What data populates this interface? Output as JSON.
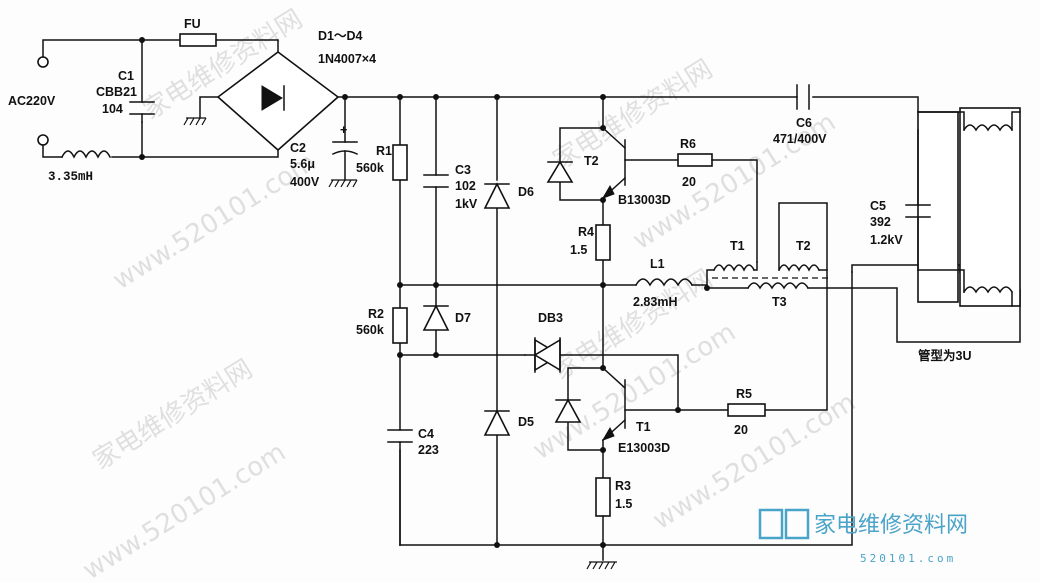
{
  "labels": {
    "ac": "AC220V",
    "fu": "FU",
    "d1d4": "D1～D4",
    "d1d4_part": "1N4007×4",
    "c1": "C1",
    "c1_type": "CBB21",
    "c1_val": "104",
    "ind": "3.35mH",
    "c2": "C2",
    "c2_val": "5.6μ",
    "c2_v": "400V",
    "r1": "R1",
    "r1_val": "560k",
    "c3": "C3",
    "c3_val": "102",
    "c3_v": "1kV",
    "d6": "D6",
    "t2": "T2",
    "t2_part": "B13003D",
    "r6": "R6",
    "r6_val": "20",
    "c6": "C6",
    "c6_val": "471/400V",
    "c5": "C5",
    "c5_val": "392",
    "c5_v": "1.2kV",
    "r4": "R4",
    "r4_val": "1.5",
    "l1": "L1",
    "l1_val": "2.83mH",
    "tr_t1": "T1",
    "tr_t2": "T2",
    "tr_t3": "T3",
    "r2": "R2",
    "r2_val": "560k",
    "d7": "D7",
    "db3": "DB3",
    "tube": "管型为3U",
    "c4": "C4",
    "c4_val": "223",
    "d5": "D5",
    "t1": "T1",
    "t1_part": "E13003D",
    "r5": "R5",
    "r5_val": "20",
    "r3": "R3",
    "r3_val": "1.5"
  },
  "watermark": {
    "text_cn": "家电维修资料网",
    "text_url": "www.520101.com"
  },
  "logo": {
    "text": "家电维修资料网",
    "sub": "520101.com"
  }
}
